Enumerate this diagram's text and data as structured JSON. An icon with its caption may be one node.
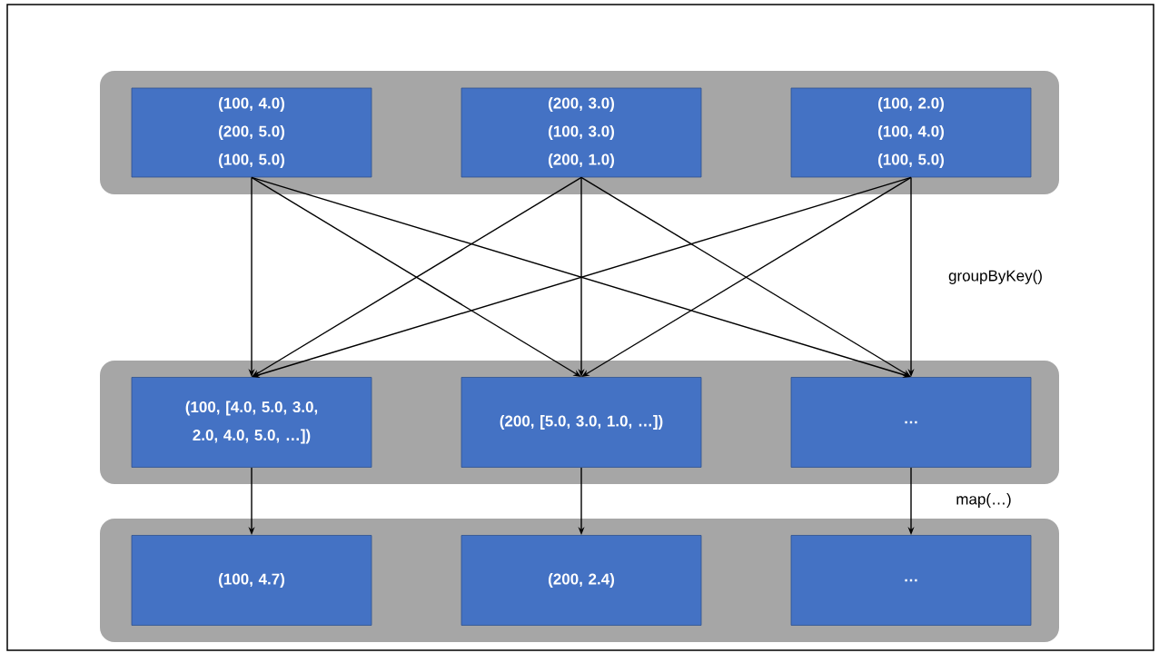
{
  "diagram": {
    "nodes": [
      {
        "text": [],
        "shape": "box"
      },
      {
        "text": [
          "(100, 4.0)",
          "(200, 5.0)",
          "(100, 5.0)"
        ],
        "in": 0
      },
      {
        "text": [
          "(200, 3.0)",
          "(100, 3.0)",
          "(200, 1.0)"
        ],
        "in": 0
      },
      {
        "text": [
          "(100, 2.0)",
          "(100, 4.0)",
          "(100, 5.0)"
        ],
        "in": 0
      },
      {
        "text": [],
        "shape": "box"
      },
      {
        "text": [
          "(100, [4.0, 5.0, 3.0, 2.0, 4.0, 5.0, …])"
        ],
        "in": 4
      },
      {
        "text": [
          "(200, [5.0, 3.0, 1.0, …])"
        ],
        "in": 4
      },
      {
        "text": [
          "…"
        ],
        "in": 4
      },
      {
        "text": [],
        "shape": "box"
      },
      {
        "text": [
          "(100, 4.7)"
        ],
        "in": 8
      },
      {
        "text": [
          "(200, 2.4)"
        ],
        "in": 8
      },
      {
        "text": [
          "…"
        ],
        "in": 8
      }
    ],
    "edges": [
      {
        "from": 1,
        "to": 5,
        "arrow": "to"
      },
      {
        "from": 1,
        "to": 6,
        "arrow": "to"
      },
      {
        "from": 1,
        "to": 7,
        "arrow": "to"
      },
      {
        "from": 2,
        "to": 5,
        "arrow": "to"
      },
      {
        "from": 2,
        "to": 6,
        "arrow": "to"
      },
      {
        "from": 2,
        "to": 7,
        "arrow": "to"
      },
      {
        "from": 3,
        "to": 5,
        "arrow": "to"
      },
      {
        "from": 3,
        "to": 6,
        "arrow": "to"
      },
      {
        "from": 3,
        "to": 7,
        "arrow": "to"
      },
      {
        "from": 5,
        "to": 9,
        "arrow": "to"
      },
      {
        "from": 6,
        "to": 10,
        "arrow": "to"
      },
      {
        "from": 7,
        "to": 11,
        "arrow": "to"
      }
    ],
    "labels": [
      "groupByKey()",
      "map(…)"
    ]
  }
}
